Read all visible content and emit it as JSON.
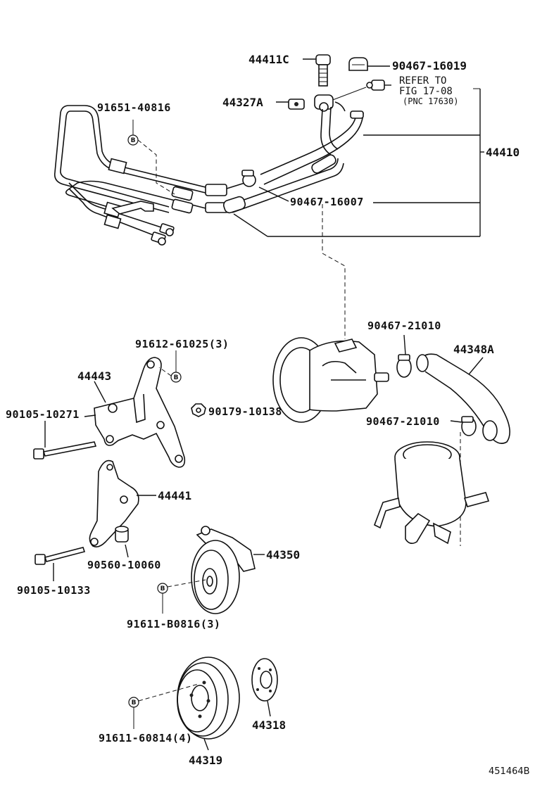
{
  "diagram": {
    "code": "451464B",
    "bolt_marker": "B",
    "reference": {
      "line1": "REFER TO",
      "line2": "FIG 17-08",
      "line3": "(PNC 17630)"
    },
    "parts": {
      "p44411C": "44411C",
      "p90467_16019": "90467-16019",
      "p44327A": "44327A",
      "p91651_40816": "91651-40816",
      "p44410": "44410",
      "p90467_16007": "90467-16007",
      "p90467_21010_a": "90467-21010",
      "p44348A": "44348A",
      "p91612_61025": "91612-61025(3)",
      "p44443": "44443",
      "p90105_10271": "90105-10271",
      "p90179_10138": "90179-10138",
      "p90467_21010_b": "90467-21010",
      "p44441": "44441",
      "p44350": "44350",
      "p90560_10060": "90560-10060",
      "p90105_10133": "90105-10133",
      "p91611_B0816": "91611-B0816(3)",
      "p91611_60814": "91611-60814(4)",
      "p44318": "44318",
      "p44319": "44319"
    }
  }
}
